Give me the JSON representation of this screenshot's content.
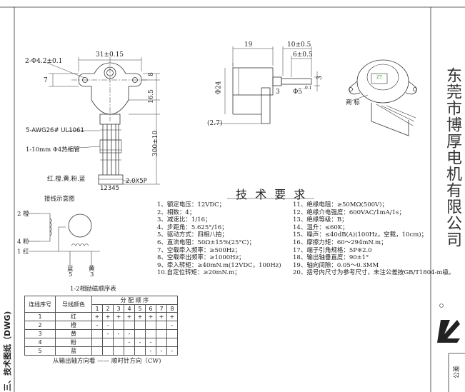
{
  "dims": {
    "d1": "31±0.15",
    "d2": "2-Φ4.2±0.1",
    "d3": "7",
    "d4": "8",
    "d5": "16.5",
    "d6": "300±10",
    "d7": "19",
    "d8": "10±0.5",
    "d9": "6±0.5",
    "d10": "Φ24",
    "d11": "3",
    "d12": "3",
    "d13": "(2.7)",
    "d14": "Φ5",
    "d15": "-0.1"
  },
  "labels": {
    "wire": "5-AWG26# UL1061",
    "sleeve": "1-10mm Φ4热缩管",
    "colors": "红.橙.黄.粉.蓝",
    "connector": "2.0X5P",
    "pins": "12345",
    "trademark": "商 标",
    "motor_label": "ZT"
  },
  "title": "技 术 要 求",
  "wiring": {
    "title": "接线示意图",
    "pin2": "2 橙",
    "pin4": "4 粉",
    "pin1": "1 红",
    "pin5a": "蓝",
    "pin5b": "5",
    "pin3a": "黄",
    "pin3b": "3"
  },
  "specs_left": [
    "1、额定电压：12VDC；",
    "2、相数：4；",
    "3、减速比：1/16；",
    "4、步距角：5.625°/16；",
    "5、驱动方式：四相八拍；",
    "6、直流电阻：50Ω±15%(25°C)；",
    "7、空载牵入频率：≥500Hz；",
    "8、空载牵出频率：≥1000Hz；",
    "9、牵入转矩：≥40mN.m(12VDC，100Hz)",
    "10.自定位转矩：≥20mN.m；"
  ],
  "specs_right": [
    "11、绝缘电阻：≥50MΩ(500V)；",
    "12、绝缘介电强度：600VAC/1mA/1s；",
    "13、绝缘等级：B；",
    "14、温升：≤60K；",
    "15、噪声：≤40dB(A)(100Hz，空载，10cm)；",
    "16、摩擦力矩：60～294mN.m；",
    "17、端子引角规格：5P※2.0",
    "18、输出轴垂直度：90±1°",
    "19、轴向间隙：0.05～0.3MM",
    "20、括号内尺寸为参考尺寸，未注公差按GB/T1804-m级。"
  ],
  "table": {
    "caption": "1-2相励磁顺序表",
    "h1": "连线序号",
    "h2": "导线颜色",
    "h3": "分 配 顺 序",
    "steps": [
      "1",
      "2",
      "3",
      "4",
      "5",
      "6",
      "7",
      "8"
    ],
    "rows": [
      {
        "n": "1",
        "c": "红",
        "s": [
          "+",
          "+",
          "+",
          "+",
          "+",
          "+",
          "+",
          "+"
        ]
      },
      {
        "n": "2",
        "c": "橙",
        "s": [
          "-",
          "-",
          "",
          "",
          "",
          "",
          "",
          "-"
        ]
      },
      {
        "n": "3",
        "c": "黄",
        "s": [
          "",
          "-",
          "-",
          "-",
          "",
          "",
          "",
          ""
        ]
      },
      {
        "n": "4",
        "c": "粉",
        "s": [
          "",
          "",
          "",
          "-",
          "-",
          "-",
          "",
          ""
        ]
      },
      {
        "n": "5",
        "c": "蓝",
        "s": [
          "",
          "",
          "",
          "",
          "",
          "-",
          "-",
          "-"
        ]
      }
    ],
    "footer": "从输出轴方向看 —— 顺时针方向（CW)"
  },
  "company": "东莞市博厚电机有限公司",
  "section_title": "三、技术图纸（DWG)",
  "tolerance_label": "公差"
}
